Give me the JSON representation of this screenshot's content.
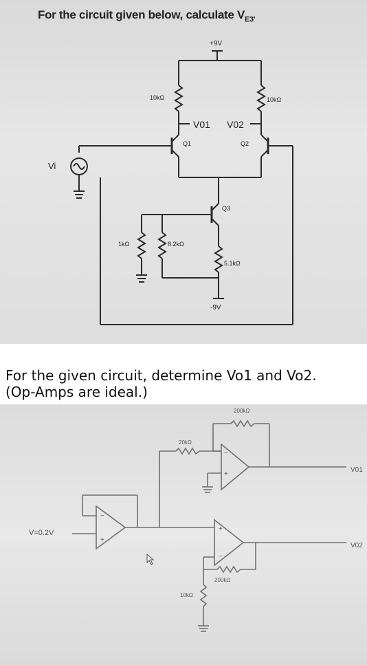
{
  "question1": {
    "text": "For the circuit given below, calculate V",
    "subscript": "E3'"
  },
  "circuit1": {
    "supply_pos": "+9V",
    "supply_neg": "-9V",
    "r_c1": "10kΩ",
    "r_c2": "10kΩ",
    "vo1": "V01",
    "vo2": "V02",
    "q1": "Q1",
    "q2": "Q2",
    "q3": "Q3",
    "vi": "Vi",
    "r_in": "1kΩ",
    "r_bias": "8.2kΩ",
    "r_e": "5.1kΩ"
  },
  "question2": {
    "line1": "For the given circuit, determine Vo1 and Vo2.",
    "line2": "(Op-Amps are ideal.)"
  },
  "circuit2": {
    "vin": "V=0.2V",
    "r_f1": "200kΩ",
    "r_in1": "20kΩ",
    "vo1": "V01",
    "vo2": "V02",
    "r_f2": "200kΩ",
    "r_g": "10kΩ"
  },
  "colors": {
    "wire": "#2a2a2a",
    "line": "#707070",
    "text": "#222222"
  }
}
